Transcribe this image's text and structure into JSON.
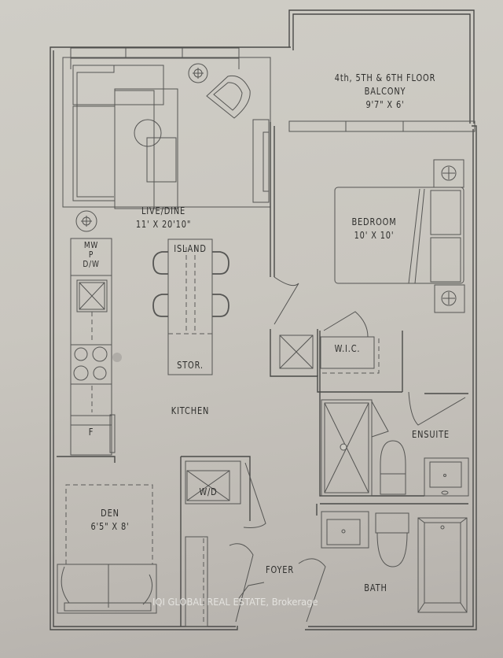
{
  "floor_plan": {
    "rooms": [
      {
        "id": "balcony",
        "name": "4th, 5TH & 6TH FLOOR BALCONY",
        "line1": "4th, 5TH & 6TH FLOOR",
        "line2": "BALCONY",
        "dimensions": "9'7\" X 6'"
      },
      {
        "id": "live_dine",
        "name": "LIVE/DINE",
        "dimensions": "11' X 20'10\""
      },
      {
        "id": "bedroom",
        "name": "BEDROOM",
        "dimensions": "10' X 10'"
      },
      {
        "id": "island",
        "name": "ISLAND"
      },
      {
        "id": "storage",
        "name": "STOR."
      },
      {
        "id": "kitchen",
        "name": "KITCHEN"
      },
      {
        "id": "wic",
        "name": "W.I.C."
      },
      {
        "id": "ensuite",
        "name": "ENSUITE"
      },
      {
        "id": "den",
        "name": "DEN",
        "dimensions": "6'5\" X 8'"
      },
      {
        "id": "washer_dryer",
        "name": "W/D"
      },
      {
        "id": "foyer",
        "name": "FOYER"
      },
      {
        "id": "bath",
        "name": "BATH"
      }
    ],
    "appliance_labels": {
      "mw": "MW",
      "p": "P",
      "dw": "D/W",
      "fridge": "F"
    }
  },
  "watermark": "IQI GLOBAL REAL ESTATE, Brokerage"
}
